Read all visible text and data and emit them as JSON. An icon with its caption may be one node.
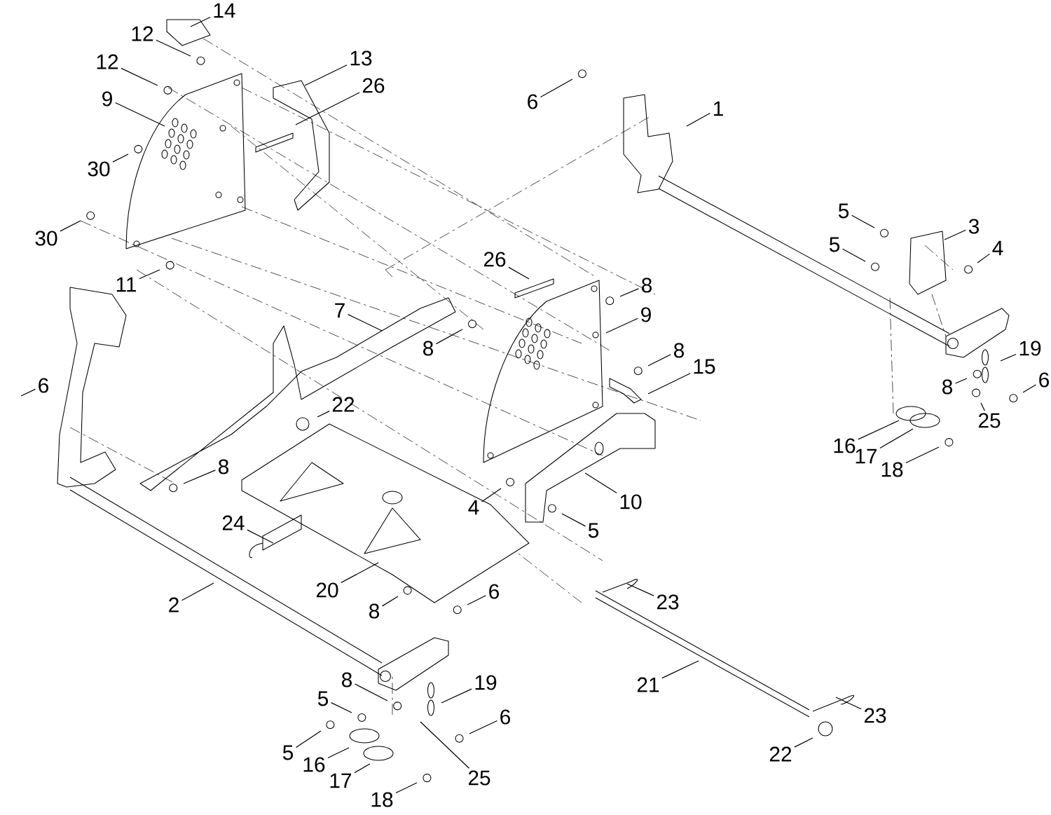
{
  "diagram": {
    "nodes": [
      {
        "text": [
          "14"
        ]
      },
      {
        "text": [
          "12"
        ]
      },
      {
        "text": [
          "12"
        ]
      },
      {
        "text": [
          "13"
        ]
      },
      {
        "text": [
          "26"
        ]
      },
      {
        "text": [
          "9"
        ]
      },
      {
        "text": [
          "30"
        ]
      },
      {
        "text": [
          "30"
        ]
      },
      {
        "text": [
          "11"
        ]
      },
      {
        "text": [
          "6"
        ]
      },
      {
        "text": [
          "1"
        ]
      },
      {
        "text": [
          "5"
        ]
      },
      {
        "text": [
          "3"
        ]
      },
      {
        "text": [
          "5"
        ]
      },
      {
        "text": [
          "4"
        ]
      },
      {
        "text": [
          "26"
        ]
      },
      {
        "text": [
          "8"
        ]
      },
      {
        "text": [
          "9"
        ]
      },
      {
        "text": [
          "7"
        ]
      },
      {
        "text": [
          "8"
        ]
      },
      {
        "text": [
          "8"
        ]
      },
      {
        "text": [
          "15"
        ]
      },
      {
        "text": [
          "19"
        ]
      },
      {
        "text": [
          "6"
        ]
      },
      {
        "text": [
          "22"
        ]
      },
      {
        "text": [
          "8"
        ]
      },
      {
        "text": [
          "6"
        ]
      },
      {
        "text": [
          "25"
        ]
      },
      {
        "text": [
          "16"
        ]
      },
      {
        "text": [
          "17"
        ]
      },
      {
        "text": [
          "18"
        ]
      },
      {
        "text": [
          "8"
        ]
      },
      {
        "text": [
          "4"
        ]
      },
      {
        "text": [
          "10"
        ]
      },
      {
        "text": [
          "5"
        ]
      },
      {
        "text": [
          "24"
        ]
      },
      {
        "text": [
          "20"
        ]
      },
      {
        "text": [
          "2"
        ]
      },
      {
        "text": [
          "8"
        ]
      },
      {
        "text": [
          "6"
        ]
      },
      {
        "text": [
          "23"
        ]
      },
      {
        "text": [
          "21"
        ]
      },
      {
        "text": [
          "8"
        ]
      },
      {
        "text": [
          "19"
        ]
      },
      {
        "text": [
          "5"
        ]
      },
      {
        "text": [
          "6"
        ]
      },
      {
        "text": [
          "5"
        ]
      },
      {
        "text": [
          "16"
        ]
      },
      {
        "text": [
          "17"
        ]
      },
      {
        "text": [
          "18"
        ]
      },
      {
        "text": [
          "25"
        ]
      },
      {
        "text": [
          "23"
        ]
      },
      {
        "text": [
          "22"
        ]
      }
    ],
    "edges": [
      {
        "from": 0,
        "to": null,
        "arrow": "none"
      },
      {
        "from": 1,
        "to": null,
        "arrow": "none"
      },
      {
        "from": 2,
        "to": null,
        "arrow": "none"
      },
      {
        "from": 3,
        "to": null,
        "arrow": "none"
      },
      {
        "from": 4,
        "to": null,
        "arrow": "none"
      },
      {
        "from": 5,
        "to": null,
        "arrow": "none"
      },
      {
        "from": 6,
        "to": null,
        "arrow": "none"
      },
      {
        "from": 7,
        "to": null,
        "arrow": "none"
      },
      {
        "from": 8,
        "to": null,
        "arrow": "none"
      },
      {
        "from": 9,
        "to": null,
        "arrow": "none"
      },
      {
        "from": 10,
        "to": null,
        "arrow": "none"
      },
      {
        "from": 11,
        "to": null,
        "arrow": "none"
      },
      {
        "from": 12,
        "to": null,
        "arrow": "none"
      },
      {
        "from": 13,
        "to": null,
        "arrow": "none"
      },
      {
        "from": 14,
        "to": null,
        "arrow": "none"
      },
      {
        "from": 15,
        "to": null,
        "arrow": "none"
      },
      {
        "from": 16,
        "to": null,
        "arrow": "none"
      },
      {
        "from": 17,
        "to": null,
        "arrow": "none"
      },
      {
        "from": 18,
        "to": null,
        "arrow": "none"
      },
      {
        "from": 19,
        "to": null,
        "arrow": "none"
      },
      {
        "from": 20,
        "to": null,
        "arrow": "none"
      },
      {
        "from": 21,
        "to": null,
        "arrow": "none"
      },
      {
        "from": 22,
        "to": null,
        "arrow": "none"
      },
      {
        "from": 23,
        "to": null,
        "arrow": "none"
      },
      {
        "from": 24,
        "to": null,
        "arrow": "none"
      },
      {
        "from": 25,
        "to": null,
        "arrow": "none"
      },
      {
        "from": 26,
        "to": null,
        "arrow": "none"
      },
      {
        "from": 27,
        "to": null,
        "arrow": "none"
      },
      {
        "from": 28,
        "to": null,
        "arrow": "none"
      },
      {
        "from": 29,
        "to": null,
        "arrow": "none"
      },
      {
        "from": 30,
        "to": null,
        "arrow": "none"
      },
      {
        "from": 31,
        "to": null,
        "arrow": "none"
      },
      {
        "from": 32,
        "to": null,
        "arrow": "none"
      },
      {
        "from": 33,
        "to": null,
        "arrow": "none"
      },
      {
        "from": 34,
        "to": null,
        "arrow": "none"
      },
      {
        "from": 35,
        "to": null,
        "arrow": "none"
      },
      {
        "from": 36,
        "to": null,
        "arrow": "none"
      },
      {
        "from": 37,
        "to": null,
        "arrow": "none"
      },
      {
        "from": 38,
        "to": null,
        "arrow": "none"
      },
      {
        "from": 39,
        "to": null,
        "arrow": "none"
      },
      {
        "from": 40,
        "to": null,
        "arrow": "none"
      },
      {
        "from": 41,
        "to": null,
        "arrow": "none"
      },
      {
        "from": 42,
        "to": null,
        "arrow": "none"
      },
      {
        "from": 43,
        "to": null,
        "arrow": "none"
      },
      {
        "from": 44,
        "to": null,
        "arrow": "none"
      },
      {
        "from": 45,
        "to": null,
        "arrow": "none"
      },
      {
        "from": 46,
        "to": null,
        "arrow": "none"
      },
      {
        "from": 47,
        "to": null,
        "arrow": "none"
      },
      {
        "from": 48,
        "to": null,
        "arrow": "none"
      },
      {
        "from": 49,
        "to": null,
        "arrow": "none"
      },
      {
        "from": 50,
        "to": null,
        "arrow": "none"
      },
      {
        "from": 51,
        "to": null,
        "arrow": "none"
      },
      {
        "from": 52,
        "to": null,
        "arrow": "none"
      }
    ]
  }
}
